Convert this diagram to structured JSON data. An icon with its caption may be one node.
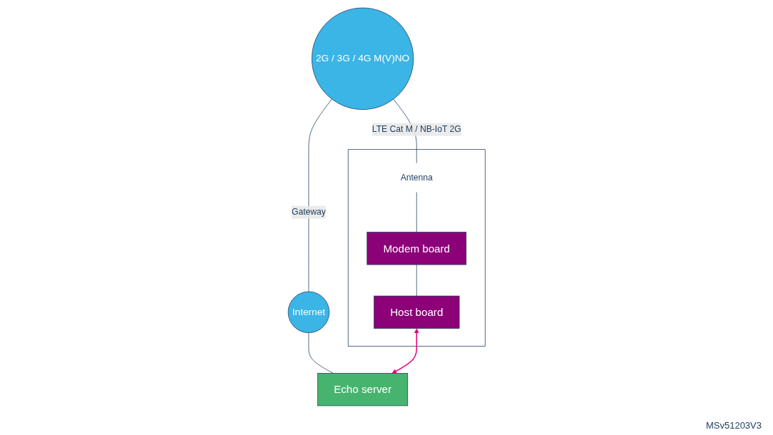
{
  "diagram": {
    "nodes": [
      {
        "text": [],
        "shape": "box"
      },
      {
        "text": [
          "Antenna"
        ],
        "in": 0
      },
      {
        "text": [
          "Modem board"
        ],
        "in": 0
      },
      {
        "text": [
          "Host board"
        ],
        "in": 0
      },
      {
        "text": [
          "2G / 3G / 4G M(V)NO"
        ]
      },
      {
        "text": [
          "Internet"
        ]
      },
      {
        "text": [
          "Echo server"
        ]
      }
    ],
    "edges": [
      {
        "from": 4,
        "to": 1,
        "arrow": "none",
        "label": "LTE Cat M / NB-IoT 2G"
      },
      {
        "from": 1,
        "to": 2,
        "arrow": "none"
      },
      {
        "from": 2,
        "to": 3,
        "arrow": "none"
      },
      {
        "from": 4,
        "to": 5,
        "arrow": "none",
        "label": "Gateway"
      },
      {
        "from": 5,
        "to": 6,
        "arrow": "none"
      },
      {
        "from": 3,
        "to": 6,
        "arrow": "both",
        "color": "#e6007e"
      }
    ],
    "labels": [
      "MSv51203V3"
    ]
  }
}
